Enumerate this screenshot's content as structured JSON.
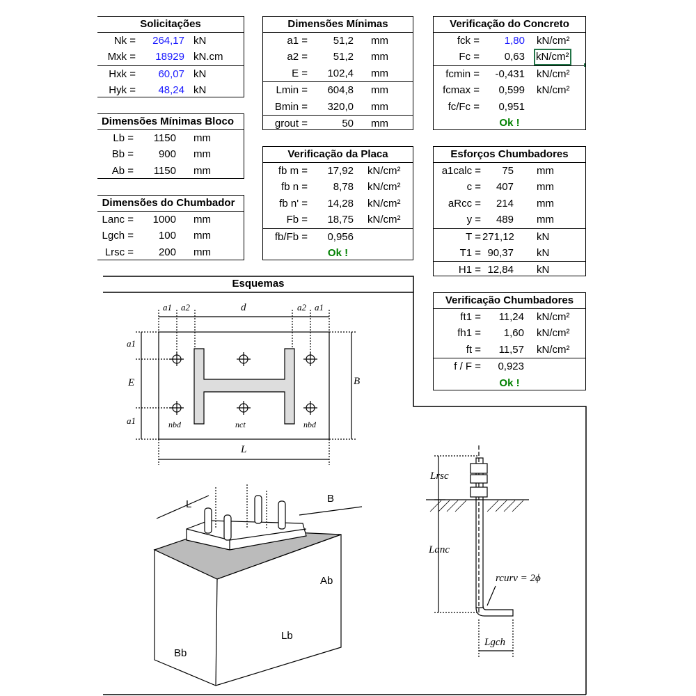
{
  "solicitacoes": {
    "title": "Solicitações",
    "rows": [
      {
        "label": "Nk =",
        "value": "264,17",
        "unit": "kN"
      },
      {
        "label": "Mxk =",
        "value": "18929",
        "unit": "kN.cm"
      },
      {
        "label": "Hxk =",
        "value": "60,07",
        "unit": "kN"
      },
      {
        "label": "Hyk =",
        "value": "48,24",
        "unit": "kN"
      }
    ]
  },
  "dim_bloco": {
    "title": "Dimensões Mínimas Bloco",
    "rows": [
      {
        "label": "Lb =",
        "value": "1150",
        "unit": "mm"
      },
      {
        "label": "Bb =",
        "value": "900",
        "unit": "mm"
      },
      {
        "label": "Ab =",
        "value": "1150",
        "unit": "mm"
      }
    ]
  },
  "dim_chumbador": {
    "title": "Dimensões do Chumbador",
    "rows": [
      {
        "label": "Lanc =",
        "value": "1000",
        "unit": "mm"
      },
      {
        "label": "Lgch =",
        "value": "100",
        "unit": "mm"
      },
      {
        "label": "Lrsc =",
        "value": "200",
        "unit": "mm"
      }
    ]
  },
  "dim_minimas": {
    "title": "Dimensões Mínimas",
    "rows": [
      {
        "label": "a1 =",
        "value": "51,2",
        "unit": "mm"
      },
      {
        "label": "a2 =",
        "value": "51,2",
        "unit": "mm"
      },
      {
        "label": "E =",
        "value": "102,4",
        "unit": "mm"
      },
      {
        "label": "Lmin =",
        "value": "604,8",
        "unit": "mm"
      },
      {
        "label": "Bmin =",
        "value": "320,0",
        "unit": "mm"
      },
      {
        "label": "grout =",
        "value": "50",
        "unit": "mm"
      }
    ]
  },
  "verif_placa": {
    "title": "Verificação da Placa",
    "rows": [
      {
        "label": "fb m =",
        "value": "17,92",
        "unit": "kN/cm²"
      },
      {
        "label": "fb n =",
        "value": "8,78",
        "unit": "kN/cm²"
      },
      {
        "label": "fb n' =",
        "value": "14,28",
        "unit": "kN/cm²"
      },
      {
        "label": "Fb =",
        "value": "18,75",
        "unit": "kN/cm²"
      },
      {
        "label": "fb/Fb =",
        "value": "0,956",
        "unit": ""
      }
    ],
    "status": "Ok !"
  },
  "verif_concreto": {
    "title": "Verificação do Concreto",
    "rows": [
      {
        "label": "fck =",
        "value": "1,80",
        "unit": "kN/cm²"
      },
      {
        "label": "Fc =",
        "value": "0,63",
        "unit": "kN/cm²"
      },
      {
        "label": "fcmin =",
        "value": "-0,431",
        "unit": "kN/cm²"
      },
      {
        "label": "fcmax =",
        "value": "0,599",
        "unit": "kN/cm²"
      },
      {
        "label": "fc/Fc =",
        "value": "0,951",
        "unit": ""
      }
    ],
    "status": "Ok !"
  },
  "esforcos": {
    "title": "Esforços Chumbadores",
    "rows": [
      {
        "label": "a1calc =",
        "value": "75",
        "unit": "mm"
      },
      {
        "label": "c =",
        "value": "407",
        "unit": "mm"
      },
      {
        "label": "aRcc =",
        "value": "214",
        "unit": "mm"
      },
      {
        "label": "y =",
        "value": "489",
        "unit": "mm"
      },
      {
        "label": "T =",
        "value": "271,12",
        "unit": "kN"
      },
      {
        "label": "T1 =",
        "value": "90,37",
        "unit": "kN"
      },
      {
        "label": "H1 =",
        "value": "12,84",
        "unit": "kN"
      }
    ]
  },
  "verif_chumbadores": {
    "title": "Verificação Chumbadores",
    "rows": [
      {
        "label": "ft1 =",
        "value": "11,24",
        "unit": "kN/cm²"
      },
      {
        "label": "fh1 =",
        "value": "1,60",
        "unit": "kN/cm²"
      },
      {
        "label": "ft =",
        "value": "11,57",
        "unit": "kN/cm²"
      },
      {
        "label": "f / F =",
        "value": "0,923",
        "unit": ""
      }
    ],
    "status": "Ok !"
  },
  "esquemas": {
    "title": "Esquemas",
    "plan_labels": {
      "a1": "a1",
      "a2": "a2",
      "d": "d",
      "E": "E",
      "B": "B",
      "L": "L",
      "nbd": "nbd",
      "nct": "nct"
    },
    "iso_labels": {
      "L": "L",
      "B": "B",
      "Ab": "Ab",
      "Lb": "Lb",
      "Bb": "Bb"
    },
    "anchor_labels": {
      "Lrsc": "Lrsc",
      "Lanc": "Lanc",
      "rcurv": "rcurv = 2ϕ",
      "Lgch": "Lgch"
    }
  },
  "colors": {
    "input_blue": "#1a1aff",
    "ok_green": "#008000",
    "selection": "#217346"
  }
}
